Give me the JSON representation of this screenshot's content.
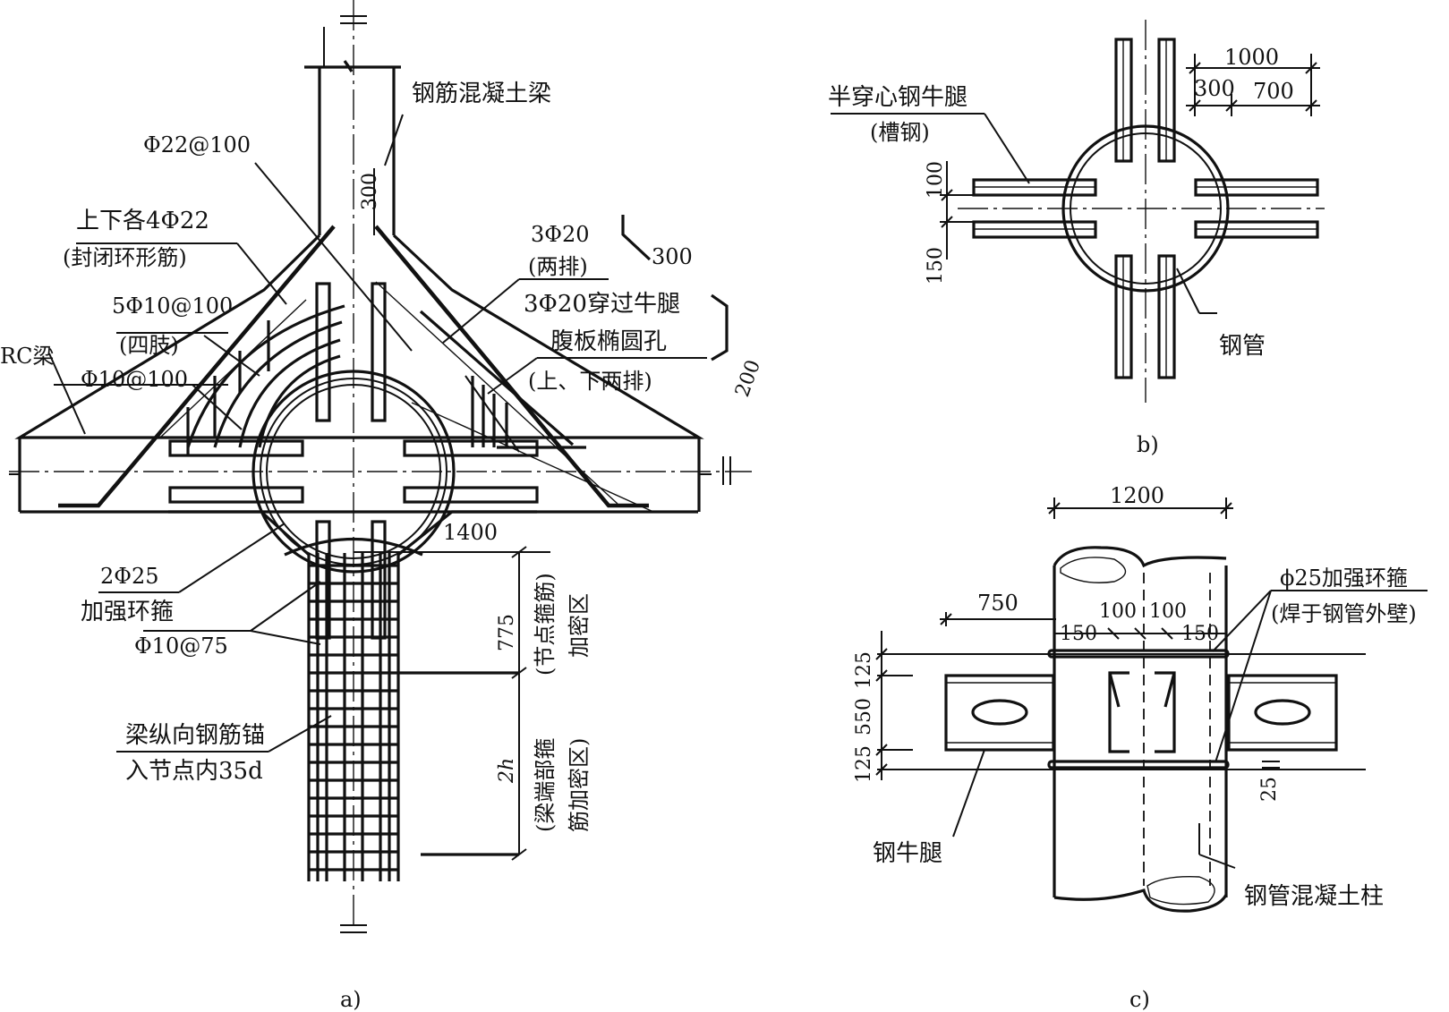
{
  "figure_a": {
    "caption": "a)",
    "labels": {
      "rc_beam": "钢筋混凝土梁",
      "rebar_22": "Φ22@100",
      "top_bottom": "上下各4Φ22",
      "closed_ring": "(封闭环形筋)",
      "stirrup_5": "5Φ10@100",
      "four_legs": "(四肢)",
      "rc_left": "RC梁",
      "stirrup_10": "Φ10@100",
      "bar_3_20": "3Φ20",
      "two_rows": "(两排)",
      "bar_through": "3Φ20穿过牛腿",
      "web_hole": "腹板椭圆孔",
      "upper_lower": "(上、下两排)",
      "dim_300_top": "300",
      "dim_300_hook": "300",
      "dim_200_hook": "200",
      "dim_1400": "1400",
      "ring_hoop_qty": "2Φ25",
      "ring_hoop": "加强环箍",
      "stirrup_75": "Φ10@75",
      "dim_775": "775",
      "dim_2h": "2h",
      "node_zone_1": "(节点箍筋)",
      "node_zone_2": "加密区",
      "beam_end_1": "(梁端部箍",
      "beam_end_2": "筋加密区)",
      "anchor_1": "梁纵向钢筋锚",
      "anchor_2": "入节点内35d"
    }
  },
  "figure_b": {
    "caption": "b)",
    "labels": {
      "half_corbel": "半穿心钢牛腿",
      "channel": "(槽钢)",
      "dim_1000": "1000",
      "dim_300": "300",
      "dim_700": "700",
      "dim_100": "100",
      "dim_150": "150",
      "steel_tube": "钢管"
    }
  },
  "figure_c": {
    "caption": "c)",
    "labels": {
      "dim_1200": "1200",
      "ring_hoop_25": "ϕ25加强环箍",
      "welded": "(焊于钢管外壁)",
      "dim_750": "750",
      "dim_100a": "100",
      "dim_100b": "100",
      "dim_150a": "150",
      "dim_150b": "150",
      "dim_125a": "125",
      "dim_550": "550",
      "dim_125b": "125",
      "dim_25": "25",
      "steel_corbel": "钢牛腿",
      "cfst_column": "钢管混凝土柱"
    }
  }
}
